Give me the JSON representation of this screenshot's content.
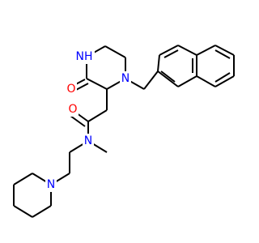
{
  "molecule": {
    "atom_labels": {
      "nh": "NH",
      "carbonyl_oxygen_ring": "O",
      "ring_nitrogen": "N",
      "amide_oxygen": "O",
      "amide_nitrogen": "N",
      "piperidine_nitrogen": "N"
    },
    "colors": {
      "bond": "#000000",
      "nitrogen": "#0000ff",
      "oxygen": "#ff0000"
    }
  }
}
